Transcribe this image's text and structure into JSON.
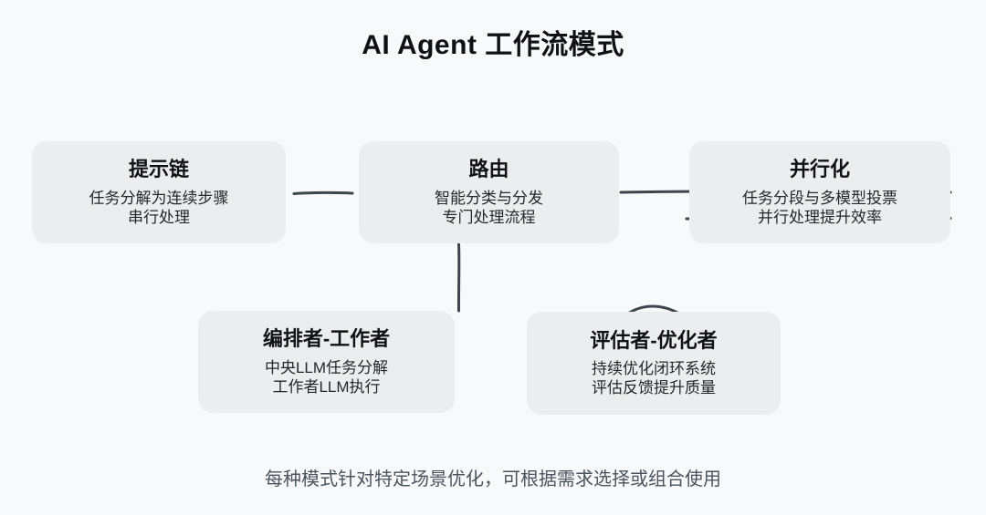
{
  "title": "AI Agent 工作流模式",
  "caption": "每种模式针对特定场景优化，可根据需求选择或组合使用",
  "colors": {
    "background": "#f8f9fa",
    "card": "#ebedef",
    "stroke": "#3e454e",
    "title_text": "#0f1115",
    "body_text": "#25272b",
    "caption_text": "#4b545d"
  },
  "nodes": [
    {
      "id": "prompt-chaining",
      "title": "提示链",
      "line1": "任务分解为连续步骤",
      "line2": "串行处理"
    },
    {
      "id": "routing",
      "title": "路由",
      "line1": "智能分类与分发",
      "line2": "专门处理流程"
    },
    {
      "id": "parallelization",
      "title": "并行化",
      "line1": "任务分段与多模型投票",
      "line2": "并行处理提升效率"
    },
    {
      "id": "orchestrator-worker",
      "title": "编排者-工作者",
      "line1": "中央LLM任务分解",
      "line2": "工作者LLM执行"
    },
    {
      "id": "evaluator-optimizer",
      "title": "评估者-优化者",
      "line1": "持续优化闭环系统",
      "line2": "评估反馈提升质量"
    }
  ],
  "shapes": [
    {
      "name": "connector-prompt-to-routing",
      "kind": "hand-drawn-line"
    },
    {
      "name": "connector-routing-to-parallel-top",
      "kind": "hand-drawn-line-through-card"
    },
    {
      "name": "line-through-parallel-bottom",
      "kind": "hand-drawn-line-through-card"
    },
    {
      "name": "connector-routing-down",
      "kind": "hand-drawn-vertical-line"
    },
    {
      "name": "circle-annotation-orchestrator",
      "kind": "hand-drawn-circle"
    },
    {
      "name": "arc-annotation-evaluator",
      "kind": "hand-drawn-open-arc"
    }
  ]
}
